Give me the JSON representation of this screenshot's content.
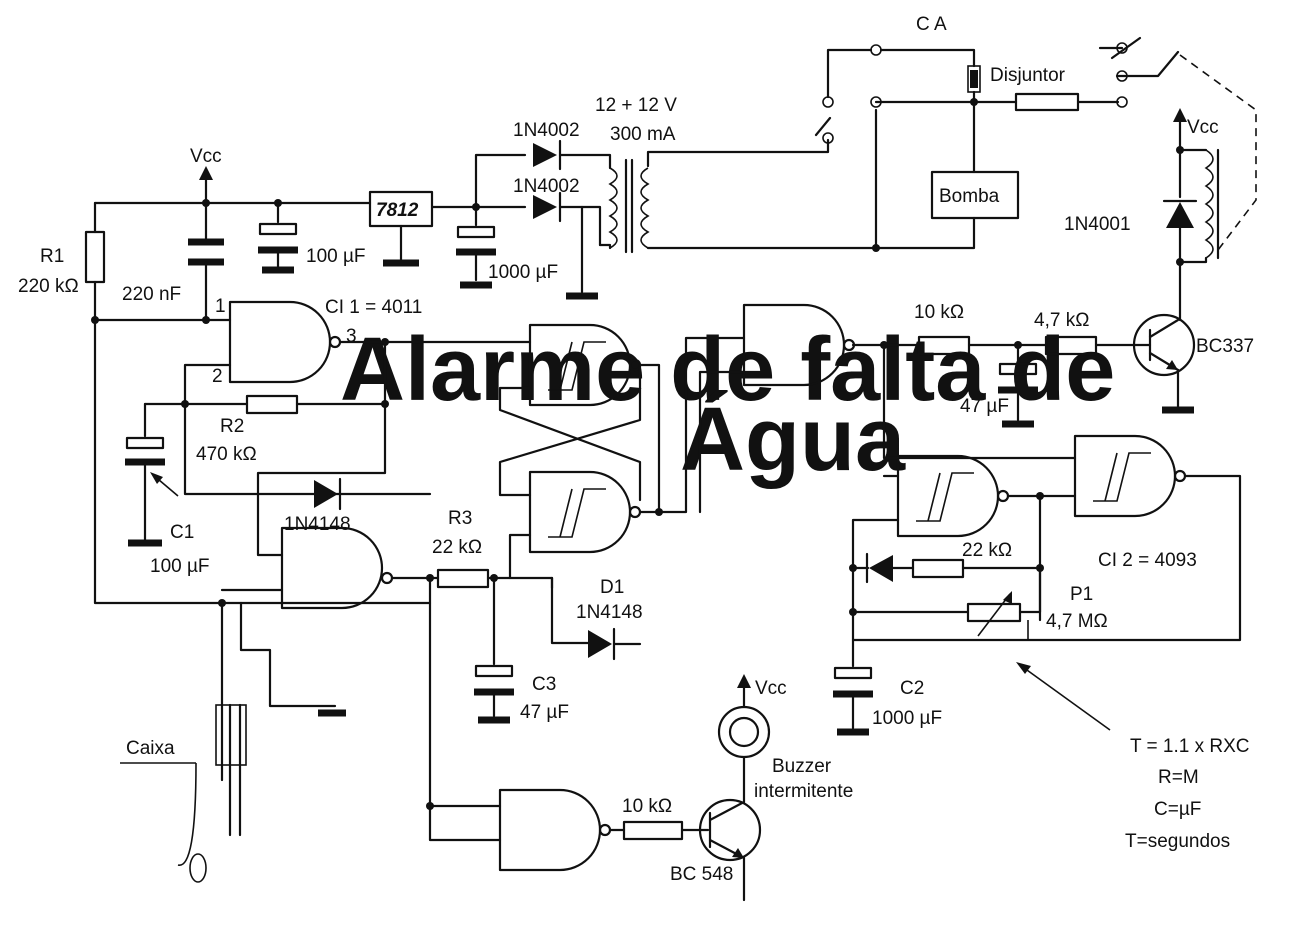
{
  "labels": {
    "ca": "C A",
    "disjuntor": "Disjuntor",
    "vcc": "Vcc",
    "bomba": "Bomba",
    "d_1n4001": "1N4001",
    "reg": "7812",
    "c_100uf": "100 µF",
    "c_1000uf": "1000 µF",
    "d_1n4002_a": "1N4002",
    "d_1n4002_b": "1N4002",
    "trafo_v": "12 + 12 V",
    "trafo_i": "300 mA",
    "r1": "R1",
    "r1_val": "220 kΩ",
    "c_220nf": "220 nF",
    "ci1": "CI 1 = 4011",
    "pin1": "1",
    "pin2": "2",
    "pin3": "3",
    "r2": "R2",
    "r2_val": "470 kΩ",
    "c1": "C1",
    "c1_val": "100  µF",
    "d_1n4148_a": "1N4148",
    "r3": "R3",
    "r3_val": "22 kΩ",
    "d1": "D1",
    "d_1n4148_b": "1N4148",
    "c3": "C3",
    "c3_val": "47 µF",
    "caixa": "Caixa",
    "r_10k_top": "10 kΩ",
    "r_4k7": "4,7 kΩ",
    "c_47uf": "47 µF",
    "bc337": "BC337",
    "ci2": "CI 2 = 4093",
    "r_22k_right": "22 kΩ",
    "p1": "P1",
    "p1_val": "4,7 MΩ",
    "c2": "C2",
    "c2_val": "1000 µF",
    "buzzer": "Buzzer",
    "buzzer_sub": "intermitente",
    "r_10k_bottom": "10 kΩ",
    "bc548": "BC 548",
    "formula": "T = 1.1 x RXC",
    "formula_r": "R=M",
    "formula_c": "C=µF",
    "formula_t": "T=segundos"
  },
  "background_text": {
    "title_line1": "Alarme de falta de",
    "title_line2": "Água"
  }
}
